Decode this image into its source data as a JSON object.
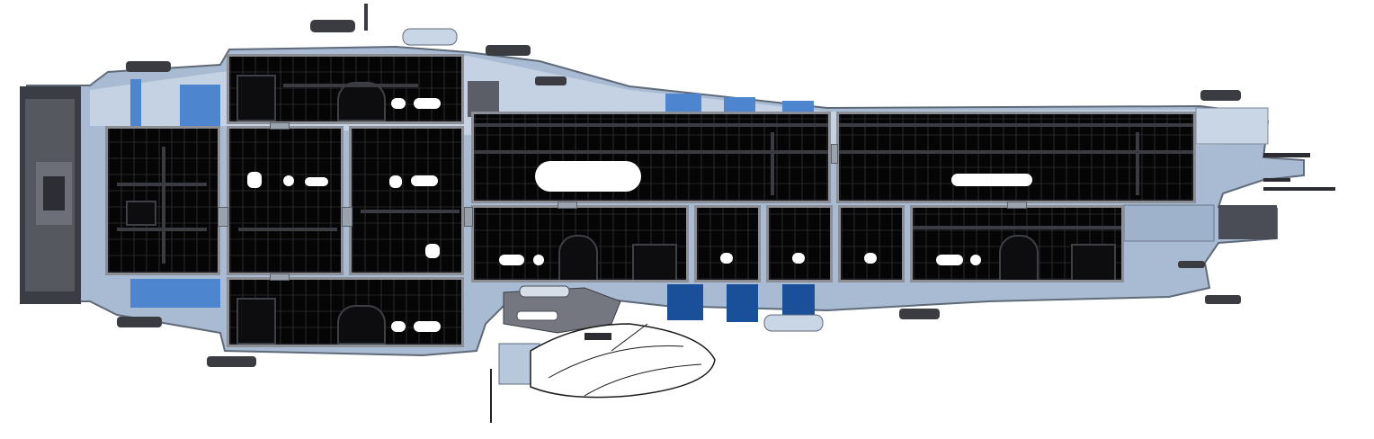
{
  "scene": {
    "subject": "ship-hull",
    "colors": {
      "hull_light": "#b8c8dc",
      "hull_mid": "#8fa5c0",
      "hull_dark": "#3c3e45",
      "stripe_blue": "#4d86cf",
      "stripe_deep": "#1a4f9a",
      "room_floor": "#050505",
      "room_wall": "#8c8f96",
      "glow": "#ffffff"
    },
    "rooms": [
      {
        "name": "room-upper-left"
      },
      {
        "name": "room-left-aft"
      },
      {
        "name": "room-center-a"
      },
      {
        "name": "room-center-b"
      },
      {
        "name": "room-lower-left"
      },
      {
        "name": "room-upper-corridor-a"
      },
      {
        "name": "room-upper-corridor-b"
      },
      {
        "name": "room-mid-a"
      },
      {
        "name": "room-mid-b"
      },
      {
        "name": "room-mid-c"
      },
      {
        "name": "room-mid-d"
      },
      {
        "name": "room-mid-e"
      }
    ],
    "icons": [
      "turret-icon",
      "turret-icon",
      "antenna-icon",
      "drone-icon",
      "cannon-icon"
    ]
  }
}
